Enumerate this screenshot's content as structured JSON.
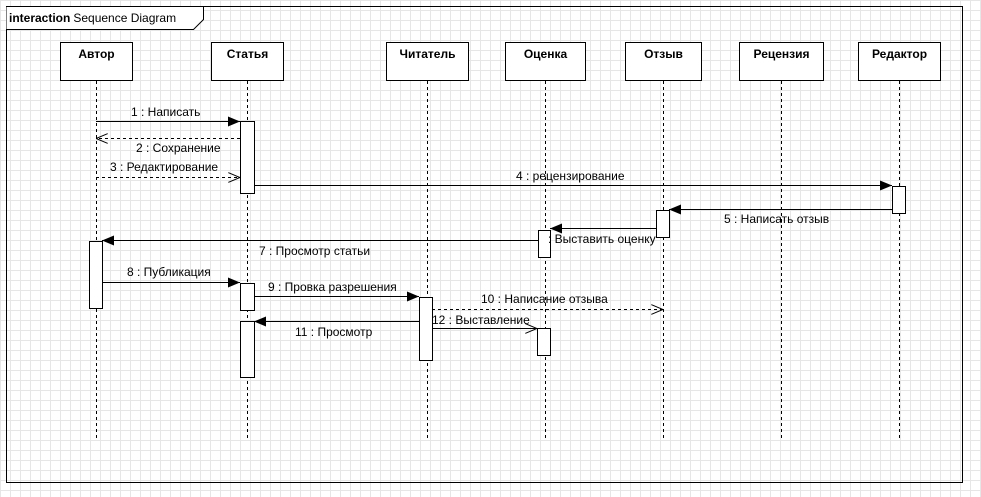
{
  "frame": {
    "keyword": "interaction",
    "name": "Sequence Diagram"
  },
  "lifelines": [
    {
      "name": "Автор"
    },
    {
      "name": "Статья"
    },
    {
      "name": "Читатель"
    },
    {
      "name": "Оценка"
    },
    {
      "name": "Отзыв"
    },
    {
      "name": "Рецензия"
    },
    {
      "name": "Редактор"
    }
  ],
  "messages": [
    {
      "label": "1 : Написать",
      "from": 0,
      "to": 1,
      "kind": "sync"
    },
    {
      "label": "2 : Сохранение",
      "from": 1,
      "to": 0,
      "kind": "reply"
    },
    {
      "label": "3 : Редактирование",
      "from": 0,
      "to": 1,
      "kind": "reply"
    },
    {
      "label": "4 : рецензирование",
      "from": 1,
      "to": 6,
      "kind": "sync"
    },
    {
      "label": "5 : Написать отзыв",
      "from": 6,
      "to": 4,
      "kind": "sync"
    },
    {
      "label": ": Выставить оценку",
      "from": 4,
      "to": 3,
      "kind": "sync"
    },
    {
      "label": "7 : Просмотр статьи",
      "from": 3,
      "to": 0,
      "kind": "sync"
    },
    {
      "label": "8 : Публикация",
      "from": 0,
      "to": 1,
      "kind": "sync"
    },
    {
      "label": "9 : Провка разрешения",
      "from": 1,
      "to": 2,
      "kind": "sync"
    },
    {
      "label": "10 : Написание отзыва",
      "from": 2,
      "to": 4,
      "kind": "reply"
    },
    {
      "label": "11 : Просмотр",
      "from": 2,
      "to": 1,
      "kind": "sync"
    },
    {
      "label": "12 : Выставление",
      "from": 2,
      "to": 3,
      "kind": "sync"
    }
  ]
}
